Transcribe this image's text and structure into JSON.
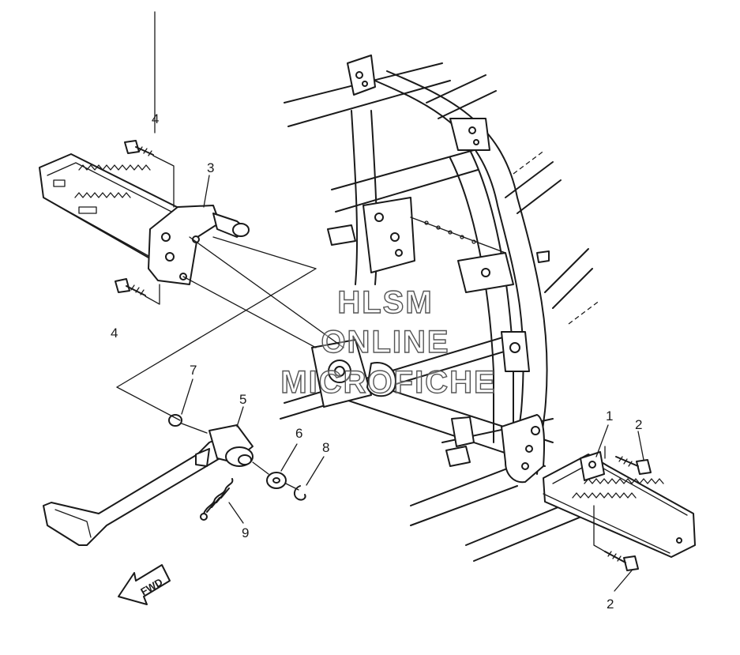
{
  "watermark": {
    "lines": [
      "HLSM",
      "ONLINE",
      "MICROFICHE"
    ]
  },
  "direction_badge": {
    "label": "FWD"
  },
  "callouts": [
    {
      "id": "1",
      "label": "1"
    },
    {
      "id": "2a",
      "label": "2"
    },
    {
      "id": "2b",
      "label": "2"
    },
    {
      "id": "3",
      "label": "3"
    },
    {
      "id": "4a",
      "label": "4"
    },
    {
      "id": "4b",
      "label": "4"
    },
    {
      "id": "5",
      "label": "5"
    },
    {
      "id": "6",
      "label": "6"
    },
    {
      "id": "7",
      "label": "7"
    },
    {
      "id": "8",
      "label": "8"
    },
    {
      "id": "9",
      "label": "9"
    }
  ]
}
